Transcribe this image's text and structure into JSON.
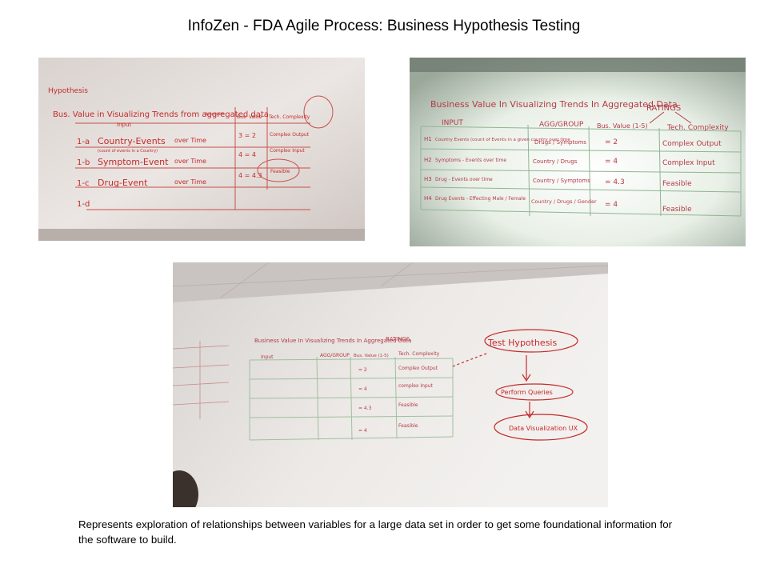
{
  "slide": {
    "title": "InfoZen - FDA Agile Process: Business Hypothesis Testing",
    "caption": "Represents exploration of relationships between variables for a large data set in order to get some foundational information for the software to build."
  },
  "photo1": {
    "heading": "Hypothesis",
    "header": "Bus. Value in Visualizing Trends from aggregated data",
    "col_input": "Input",
    "col_approach": "Approach",
    "col_bus_value": "Bus. Value",
    "col_tech": "Tech. Complexity",
    "rows": [
      {
        "id": "1-a",
        "input": "Country-Events",
        "over": "over Time",
        "rating": "3 = 2",
        "tech": "Complex Output"
      },
      {
        "id": "1-b",
        "input": "Symptom-Event",
        "over": "over Time",
        "rating": "4 = 4",
        "tech": "Complex Input"
      },
      {
        "id": "1-c",
        "input": "Drug-Event",
        "over": "over Time",
        "rating": "4 = 4.3",
        "tech": "Feasible"
      },
      {
        "id": "1-d",
        "input": "",
        "over": "",
        "rating": "",
        "tech": ""
      }
    ],
    "note": "(count of events in a Country)"
  },
  "photo2": {
    "header": "Business Value In Visualizing Trends In Aggregated Data",
    "ratings_label": "RATINGS",
    "col_input": "INPUT",
    "col_agg": "AGG/GROUP",
    "col_bus": "Bus. Value (1-5)",
    "col_tech": "Tech. Complexity",
    "rows": [
      {
        "id": "H1",
        "input": "Country Events (count of Events in a given country over time",
        "agg": "Drugs / Symptoms",
        "value": "= 2",
        "tech": "Complex Output"
      },
      {
        "id": "H2",
        "input": "Symptoms - Events over time",
        "agg": "Country / Drugs",
        "value": "= 4",
        "tech": "Complex Input"
      },
      {
        "id": "H3",
        "input": "Drug - Events over time",
        "agg": "Country / Symptoms",
        "value": "= 4.3",
        "tech": "Feasible"
      },
      {
        "id": "H4",
        "input": "Drug Events - Effecting Male / Female",
        "agg": "Country / Drugs / Gender",
        "value": "= 4",
        "tech": "Feasible"
      }
    ]
  },
  "photo3": {
    "header": "Business Value In Visualizing Trends In Aggregated Data",
    "ratings_label": "RATINGS",
    "col_input": "Input",
    "col_agg": "AGG/GROUP",
    "col_bus": "Bus. Value (1-5)",
    "col_tech": "Tech. Complexity",
    "rows": [
      {
        "value": "= 2",
        "tech": "Complex Output"
      },
      {
        "value": "= 4",
        "tech": "complex Input"
      },
      {
        "value": "= 4.3",
        "tech": "Feasible"
      },
      {
        "value": "= 4",
        "tech": "Feasible"
      }
    ],
    "flow": [
      "Test Hypothesis",
      "Perform Queries",
      "Data Visualization UX"
    ]
  }
}
